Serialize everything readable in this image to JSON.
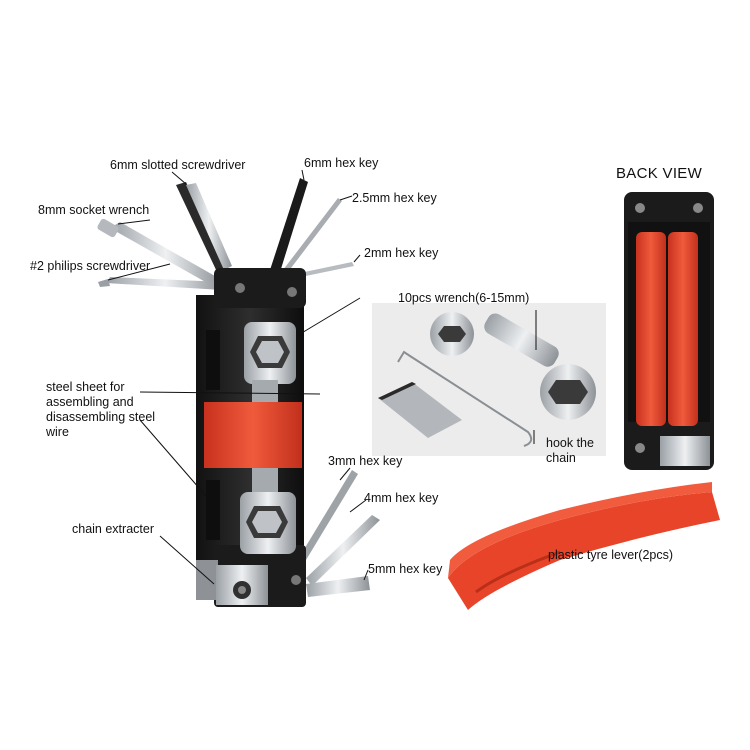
{
  "labels": {
    "slotted_screwdriver": "6mm slotted screwdriver",
    "hex_6mm": "6mm hex key",
    "hex_2_5mm": "2.5mm hex key",
    "socket_8mm": "8mm socket wrench",
    "hex_2mm": "2mm hex key",
    "philips": "#2 philips screwdriver",
    "wrench_10pcs": "10pcs wrench(6-15mm)",
    "back_view": "BACK VIEW",
    "steel_sheet": "steel sheet for assembling and disassembling steel wire",
    "hook_chain": "hook the chain",
    "hex_3mm": "3mm hex key",
    "hex_4mm": "4mm hex key",
    "chain_extracter": "chain extracter",
    "hex_5mm": "5mm hex key",
    "tyre_lever": "plastic tyre lever(2pcs)"
  },
  "colors": {
    "body": "#1c1c1c",
    "accent": "#e8442a",
    "steel": "#c8cbce",
    "label": "#111111"
  }
}
